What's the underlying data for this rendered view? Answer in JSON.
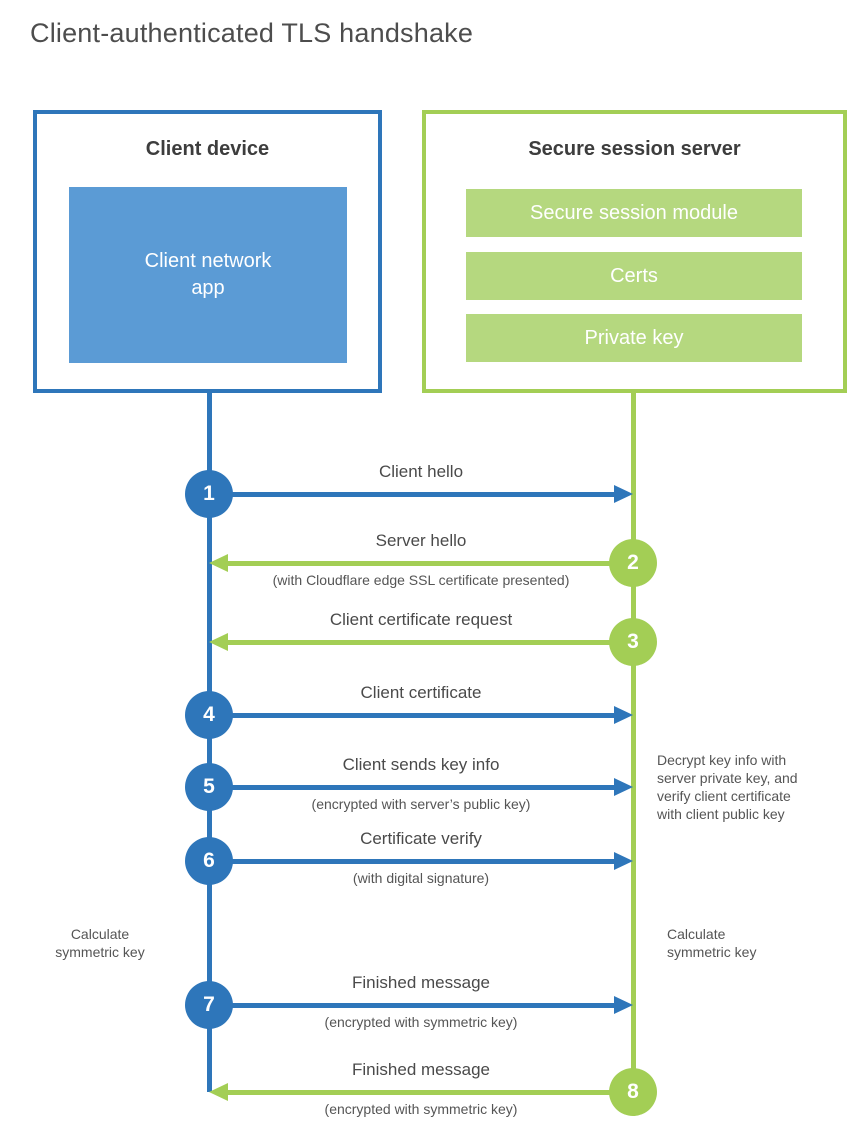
{
  "title": "Client-authenticated TLS handshake",
  "colors": {
    "blue": "#2e76ba",
    "blue-fill": "#5b9bd5",
    "green": "#a3ce55",
    "green-fill": "#b5d87f",
    "heading-text": "#3d3d3d",
    "label-text": "#4a4a4a",
    "note-text": "#555555",
    "title-text": "#4d4d4d"
  },
  "client_box": {
    "title": "Client device",
    "app_label": "Client network\napp"
  },
  "server_box": {
    "title": "Secure session server",
    "modules": [
      "Secure session module",
      "Certs",
      "Private key"
    ]
  },
  "steps": [
    {
      "num": "1",
      "label": "Client hello",
      "sub": "",
      "direction": "right",
      "color": "blue"
    },
    {
      "num": "2",
      "label": "Server hello",
      "sub": "(with Cloudflare edge SSL certificate presented)",
      "direction": "left",
      "color": "green"
    },
    {
      "num": "3",
      "label": "Client certificate request",
      "sub": "",
      "direction": "left",
      "color": "green"
    },
    {
      "num": "4",
      "label": "Client certificate",
      "sub": "",
      "direction": "right",
      "color": "blue"
    },
    {
      "num": "5",
      "label": "Client sends key info",
      "sub": "(encrypted with server’s public key)",
      "direction": "right",
      "color": "blue"
    },
    {
      "num": "6",
      "label": "Certificate verify",
      "sub": "(with digital signature)",
      "direction": "right",
      "color": "blue"
    },
    {
      "num": "7",
      "label": "Finished message",
      "sub": "(encrypted with symmetric key)",
      "direction": "right",
      "color": "blue"
    },
    {
      "num": "8",
      "label": "Finished message",
      "sub": "(encrypted with symmetric key)",
      "direction": "left",
      "color": "green"
    }
  ],
  "notes": {
    "decrypt": "Decrypt key info with\nserver private key, and\nverify client certificate\nwith client public key",
    "calc_left": "Calculate\nsymmetric key",
    "calc_right": "Calculate\nsymmetric key"
  }
}
